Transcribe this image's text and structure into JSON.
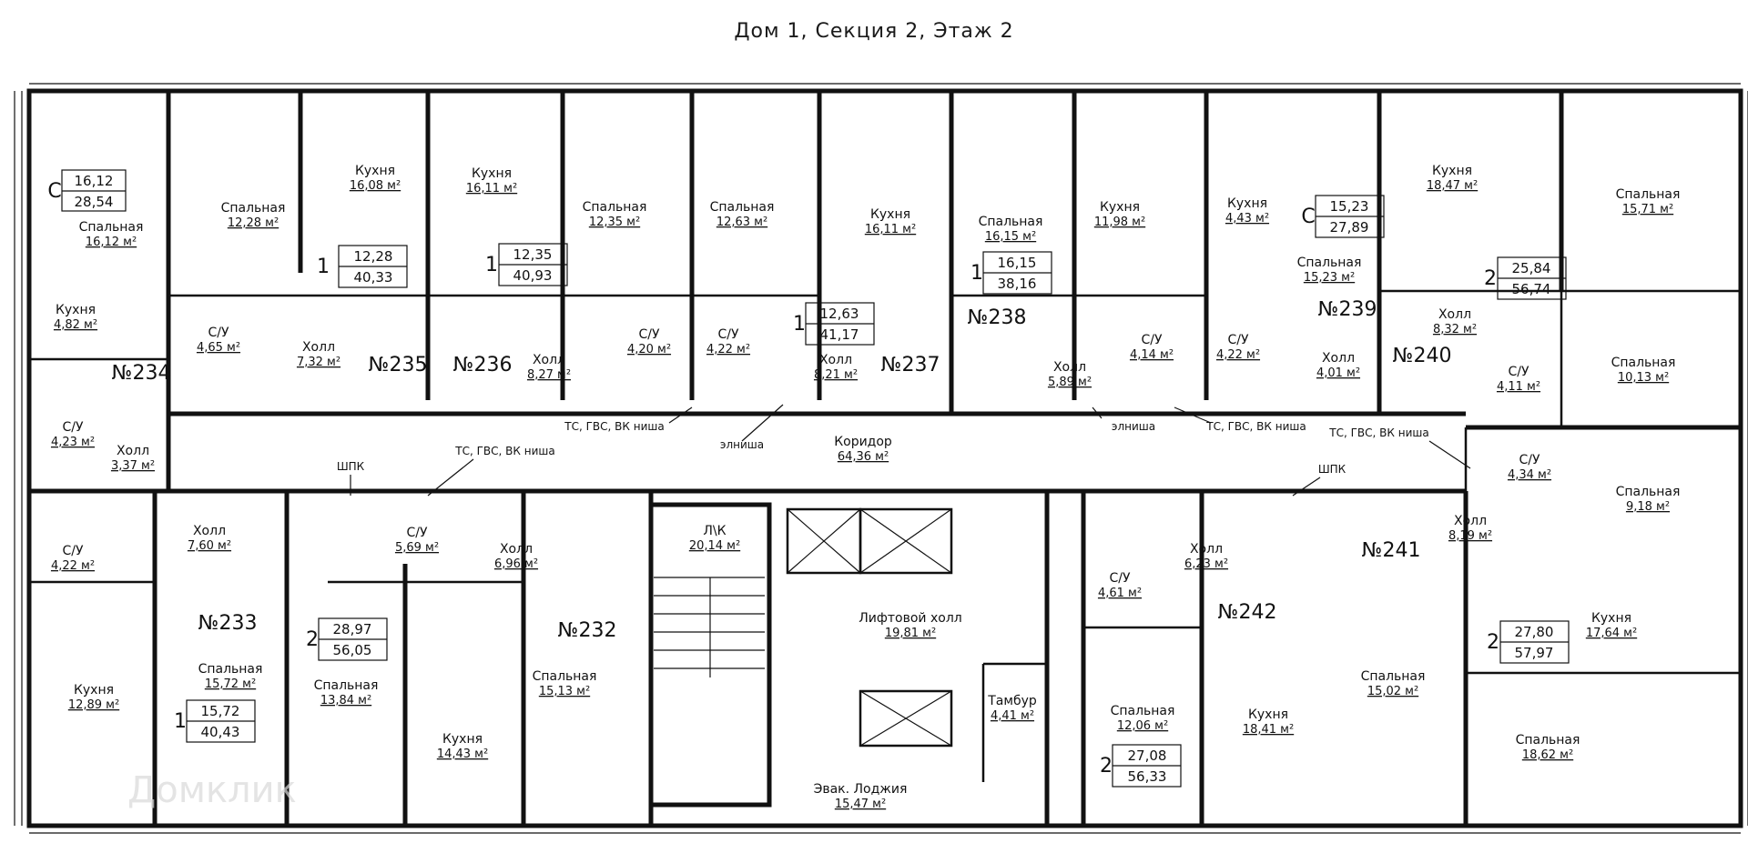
{
  "title": "Дом 1, Секция 2, Этаж 2",
  "watermark": "Домклик",
  "apartments": [
    {
      "id": "apt-234",
      "number": "№234",
      "type": "С",
      "living": "16,12",
      "total": "28,54"
    },
    {
      "id": "apt-235",
      "number": "№235",
      "type": "1",
      "living": "12,28",
      "total": "40,33"
    },
    {
      "id": "apt-236",
      "number": "№236",
      "type": "1",
      "living": "12,35",
      "total": "40,93"
    },
    {
      "id": "apt-237",
      "number": "№237",
      "type": "1",
      "living": "12,63",
      "total": "41,17"
    },
    {
      "id": "apt-238",
      "number": "№238",
      "type": "1",
      "living": "16,15",
      "total": "38,16"
    },
    {
      "id": "apt-239",
      "number": "№239",
      "type": "С",
      "living": "15,23",
      "total": "27,89"
    },
    {
      "id": "apt-240",
      "number": "№240",
      "type": "2",
      "living": "25,84",
      "total": "56,74"
    },
    {
      "id": "apt-241",
      "number": "№241",
      "type": "2",
      "living": "27,80",
      "total": "57,97"
    },
    {
      "id": "apt-242",
      "number": "№242",
      "type": "2",
      "living": "27,08",
      "total": "56,33"
    },
    {
      "id": "apt-232",
      "number": "№232",
      "type": "2",
      "living": "28,97",
      "total": "56,05"
    },
    {
      "id": "apt-233",
      "number": "№233",
      "type": "1",
      "living": "15,72",
      "total": "40,43"
    }
  ],
  "rooms": [
    {
      "name": "Спальная",
      "area": "16,12 м²"
    },
    {
      "name": "Кухня",
      "area": "4,82 м²"
    },
    {
      "name": "С/У",
      "area": "4,23 м²"
    },
    {
      "name": "Холл",
      "area": "3,37 м²"
    },
    {
      "name": "Спальная",
      "area": "12,28 м²"
    },
    {
      "name": "С/У",
      "area": "4,65 м²"
    },
    {
      "name": "Кухня",
      "area": "16,08 м²"
    },
    {
      "name": "Холл",
      "area": "7,32 м²"
    },
    {
      "name": "Кухня",
      "area": "16,11 м²"
    },
    {
      "name": "Холл",
      "area": "8,27 м²"
    },
    {
      "name": "Спальная",
      "area": "12,35 м²"
    },
    {
      "name": "С/У",
      "area": "4,20 м²"
    },
    {
      "name": "Спальная",
      "area": "12,63 м²"
    },
    {
      "name": "С/У",
      "area": "4,22 м²"
    },
    {
      "name": "Холл",
      "area": "8,21 м²"
    },
    {
      "name": "Кухня",
      "area": "16,11 м²"
    },
    {
      "name": "Спальная",
      "area": "16,15 м²"
    },
    {
      "name": "Кухня",
      "area": "11,98 м²"
    },
    {
      "name": "Холл",
      "area": "5,89 м²"
    },
    {
      "name": "С/У",
      "area": "4,14 м²"
    },
    {
      "name": "Кухня",
      "area": "4,43 м²"
    },
    {
      "name": "Спальная",
      "area": "15,23 м²"
    },
    {
      "name": "С/У",
      "area": "4,22 м²"
    },
    {
      "name": "Холл",
      "area": "4,01 м²"
    },
    {
      "name": "Кухня",
      "area": "18,47 м²"
    },
    {
      "name": "Спальная",
      "area": "15,71 м²"
    },
    {
      "name": "Холл",
      "area": "8,32 м²"
    },
    {
      "name": "С/У",
      "area": "4,11 м²"
    },
    {
      "name": "Спальная",
      "area": "10,13 м²"
    },
    {
      "name": "С/У",
      "area": "4,34 м²"
    },
    {
      "name": "Спальная",
      "area": "9,18 м²"
    },
    {
      "name": "Холл",
      "area": "8,19 м²"
    },
    {
      "name": "Кухня",
      "area": "17,64 м²"
    },
    {
      "name": "Спальная",
      "area": "18,62 м²"
    },
    {
      "name": "Коридор",
      "area": "64,36 м²"
    },
    {
      "name": "Л\\К",
      "area": "20,14 м²"
    },
    {
      "name": "Лифтовой холл",
      "area": "19,81 м²"
    },
    {
      "name": "Тамбур",
      "area": "4,41 м²"
    },
    {
      "name": "Эвак. Лоджия",
      "area": "15,47 м²"
    },
    {
      "name": "С/У",
      "area": "4,22 м²"
    },
    {
      "name": "Холл",
      "area": "7,60 м²"
    },
    {
      "name": "Кухня",
      "area": "12,89 м²"
    },
    {
      "name": "Спальная",
      "area": "15,72 м²"
    },
    {
      "name": "С/У",
      "area": "5,69 м²"
    },
    {
      "name": "Холл",
      "area": "6,96 м²"
    },
    {
      "name": "Спальная",
      "area": "13,84 м²"
    },
    {
      "name": "Кухня",
      "area": "14,43 м²"
    },
    {
      "name": "Спальная",
      "area": "15,13 м²"
    },
    {
      "name": "С/У",
      "area": "4,61 м²"
    },
    {
      "name": "Холл",
      "area": "6,23 м²"
    },
    {
      "name": "Спальная",
      "area": "12,06 м²"
    },
    {
      "name": "Кухня",
      "area": "18,41 м²"
    },
    {
      "name": "Спальная",
      "area": "15,02 м²"
    }
  ],
  "annotations": [
    "ШПК",
    "ТС, ГВС, ВК ниша",
    "ТС, ГВС, ВК ниша",
    "элниша",
    "элниша",
    "ТС, ГВС, ВК ниша",
    "ТС, ГВС, ВК ниша",
    "ШПК"
  ]
}
